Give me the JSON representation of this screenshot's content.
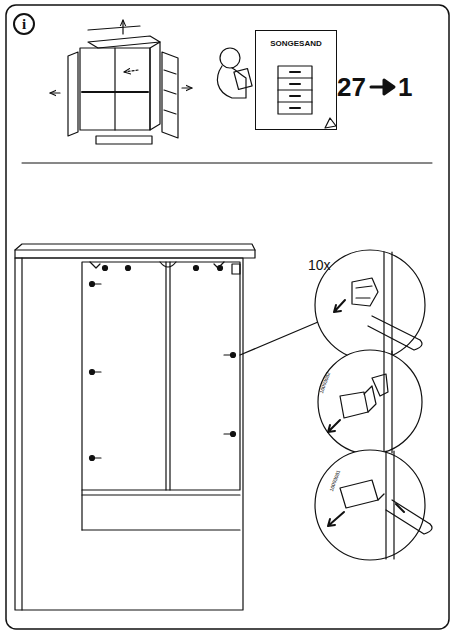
{
  "diagram": {
    "nodes": [
      {
        "text": [
          "i"
        ]
      },
      {
        "text": [
          "SONGESAND"
        ]
      }
    ],
    "labels": [
      "27",
      "1",
      "10x",
      "10093082",
      "10093081"
    ]
  }
}
